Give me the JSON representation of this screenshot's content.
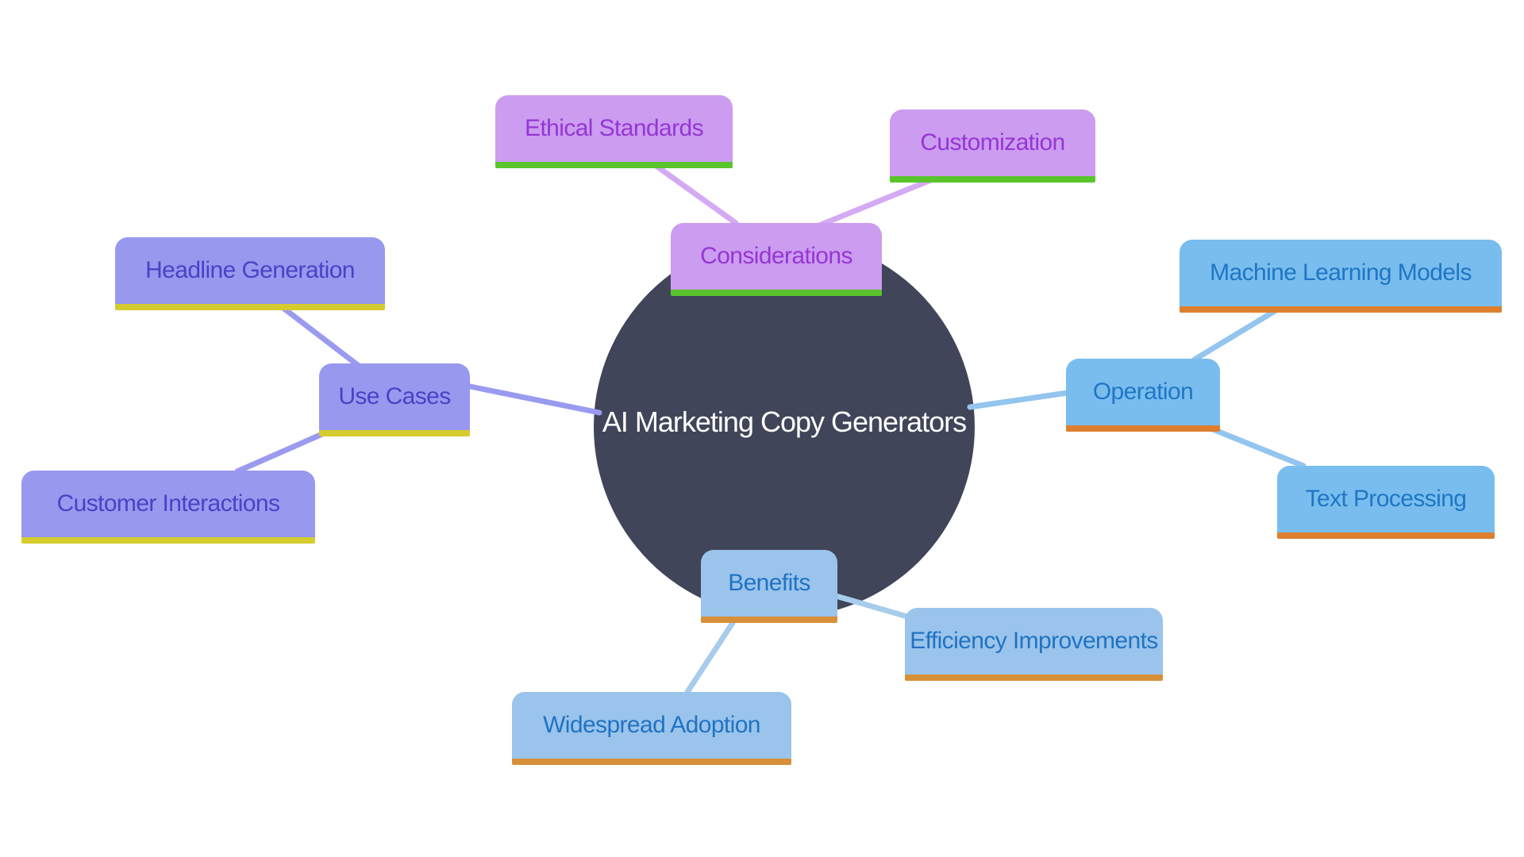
{
  "diagram": {
    "type": "mindmap",
    "central_label": "AI Marketing Copy Generators",
    "branches": [
      {
        "name": "Considerations",
        "children": [
          "Ethical Standards",
          "Customization"
        ],
        "box_color": "#cb9cf0",
        "text_color": "#9636d4",
        "underline_color": "#59c42c",
        "connector_color": "#d4aaf3"
      },
      {
        "name": "Use Cases",
        "children": [
          "Headline Generation",
          "Customer Interactions"
        ],
        "box_color": "#9899ee",
        "text_color": "#4942c8",
        "underline_color": "#d5cc2d",
        "connector_color": "#9a9bef"
      },
      {
        "name": "Operation",
        "children": [
          "Machine Learning Models",
          "Text Processing"
        ],
        "box_color": "#79bdee",
        "text_color": "#1e76c5",
        "underline_color": "#dd7f2f",
        "connector_color": "#93c5ee"
      },
      {
        "name": "Benefits",
        "children": [
          "Widespread Adoption",
          "Efficiency Improvements"
        ],
        "box_color": "#9ac4ec",
        "text_color": "#2173c2",
        "underline_color": "#d78f39",
        "connector_color": "#a8cceb"
      }
    ]
  },
  "nodes": {
    "central": "AI Marketing Copy Generators",
    "considerations": "Considerations",
    "ethical_standards": "Ethical Standards",
    "customization": "Customization",
    "use_cases": "Use Cases",
    "headline_generation": "Headline Generation",
    "customer_interactions": "Customer Interactions",
    "operation": "Operation",
    "machine_learning_models": "Machine Learning Models",
    "text_processing": "Text Processing",
    "benefits": "Benefits",
    "widespread_adoption": "Widespread Adoption",
    "efficiency_improvements": "Efficiency Improvements"
  },
  "colors": {
    "background": "#ffffff",
    "central_circle_fill": "#414559",
    "central_text": "#ffffff"
  }
}
